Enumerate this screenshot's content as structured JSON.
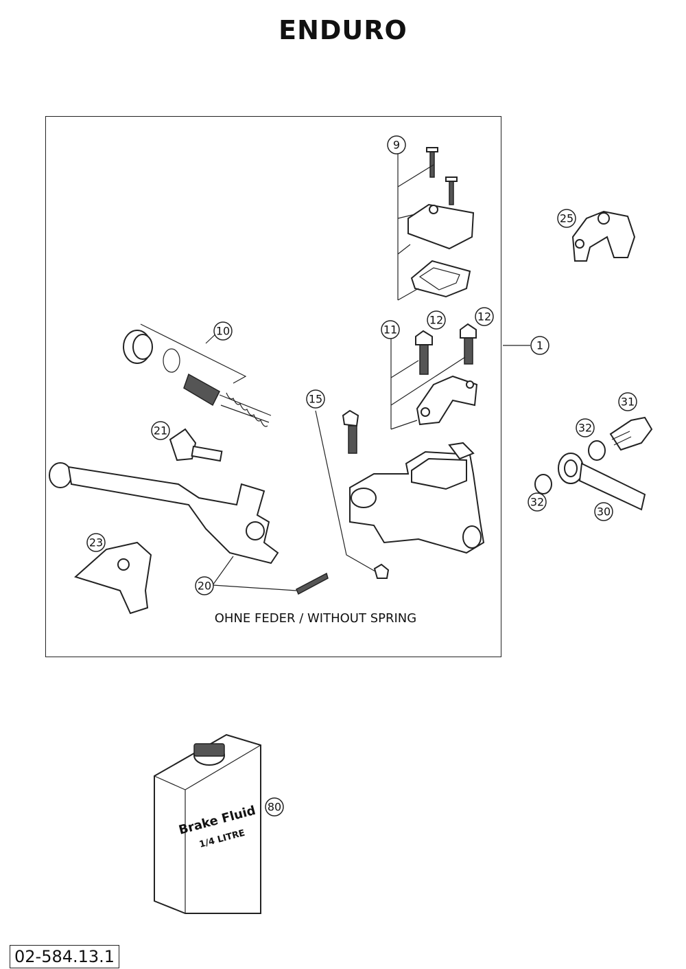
{
  "title": "ENDURO",
  "spring_note": "OHNE FEDER / WITHOUT SPRING",
  "doc_code": "02-584.13.1",
  "bottle": {
    "line1": "Brake Fluid",
    "line2": "1/4 LITRE"
  },
  "callouts": [
    "9",
    "10",
    "11",
    "12",
    "12",
    "15",
    "1",
    "20",
    "21",
    "23",
    "25",
    "31",
    "32",
    "32",
    "30",
    "80"
  ]
}
